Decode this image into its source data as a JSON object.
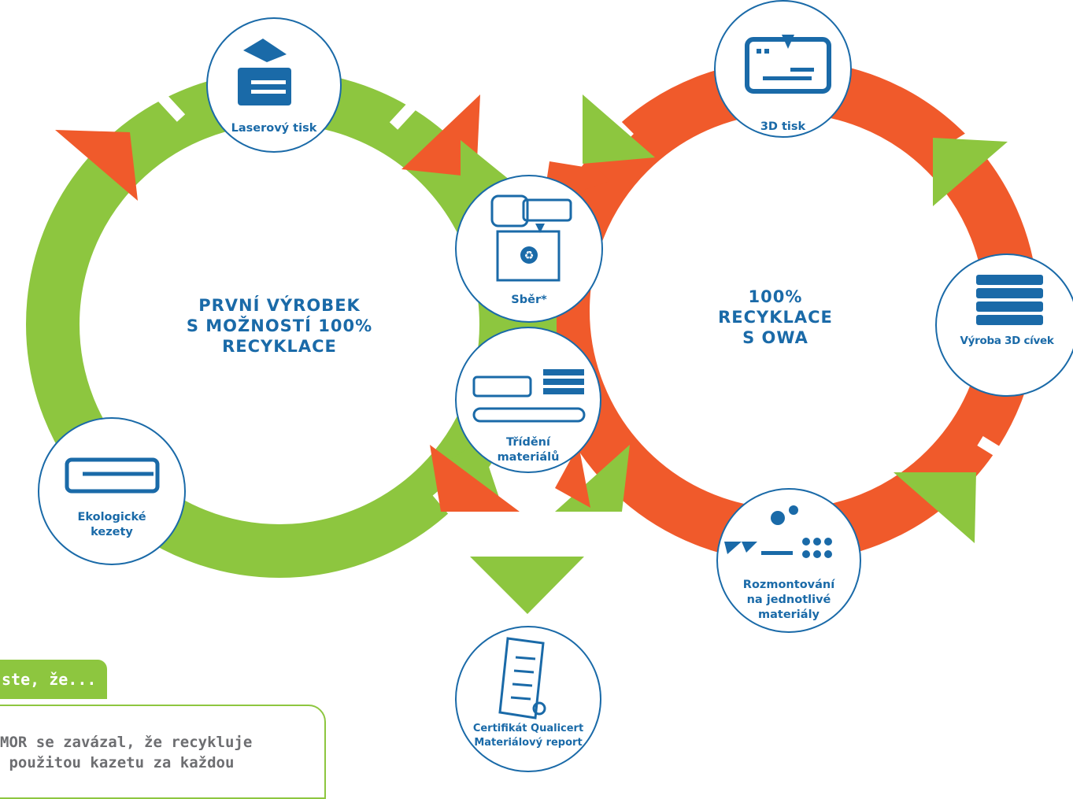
{
  "colors": {
    "green": "#8dc63f",
    "orange": "#f05a2b",
    "blue": "#1a6aa8",
    "grey": "#6d6e71"
  },
  "left_cycle": {
    "title_lines": [
      "PRVNÍ VÝROBEK",
      "S MOŽNOSTÍ 100%",
      "RECYKLACE"
    ]
  },
  "right_cycle": {
    "title_lines": [
      "100%",
      "RECYKLACE",
      "S OWA"
    ]
  },
  "nodes": {
    "laser_print": {
      "label": "Laserový tisk",
      "icon": "laser-printer-icon"
    },
    "print_3d": {
      "label": "3D tisk",
      "icon": "3d-printer-icon"
    },
    "collection": {
      "label": "Sběr*",
      "icon": "recycle-bin-icon"
    },
    "spools": {
      "label": "Výroba 3D cívek",
      "icon": "filament-spool-icon"
    },
    "sorting": {
      "label_lines": [
        "Třídění",
        "materiálů"
      ],
      "icon": "conveyor-sorting-icon"
    },
    "eco_cartridges": {
      "label_lines": [
        "Ekologické",
        "kezety"
      ],
      "icon": "toner-cartridge-icon"
    },
    "disassembly": {
      "label_lines": [
        "Rozmontování",
        "na jednotlivé",
        "materiály"
      ],
      "icon": "disassembly-parts-icon"
    },
    "certificate": {
      "label_lines": [
        "Certifikát Qualicert",
        "Materiálový report"
      ],
      "icon": "certificate-icon"
    }
  },
  "note": {
    "tab": "ste, že...",
    "lines": [
      "MOR se zavázal, že recykluje",
      " použitou kazetu za každou"
    ]
  }
}
